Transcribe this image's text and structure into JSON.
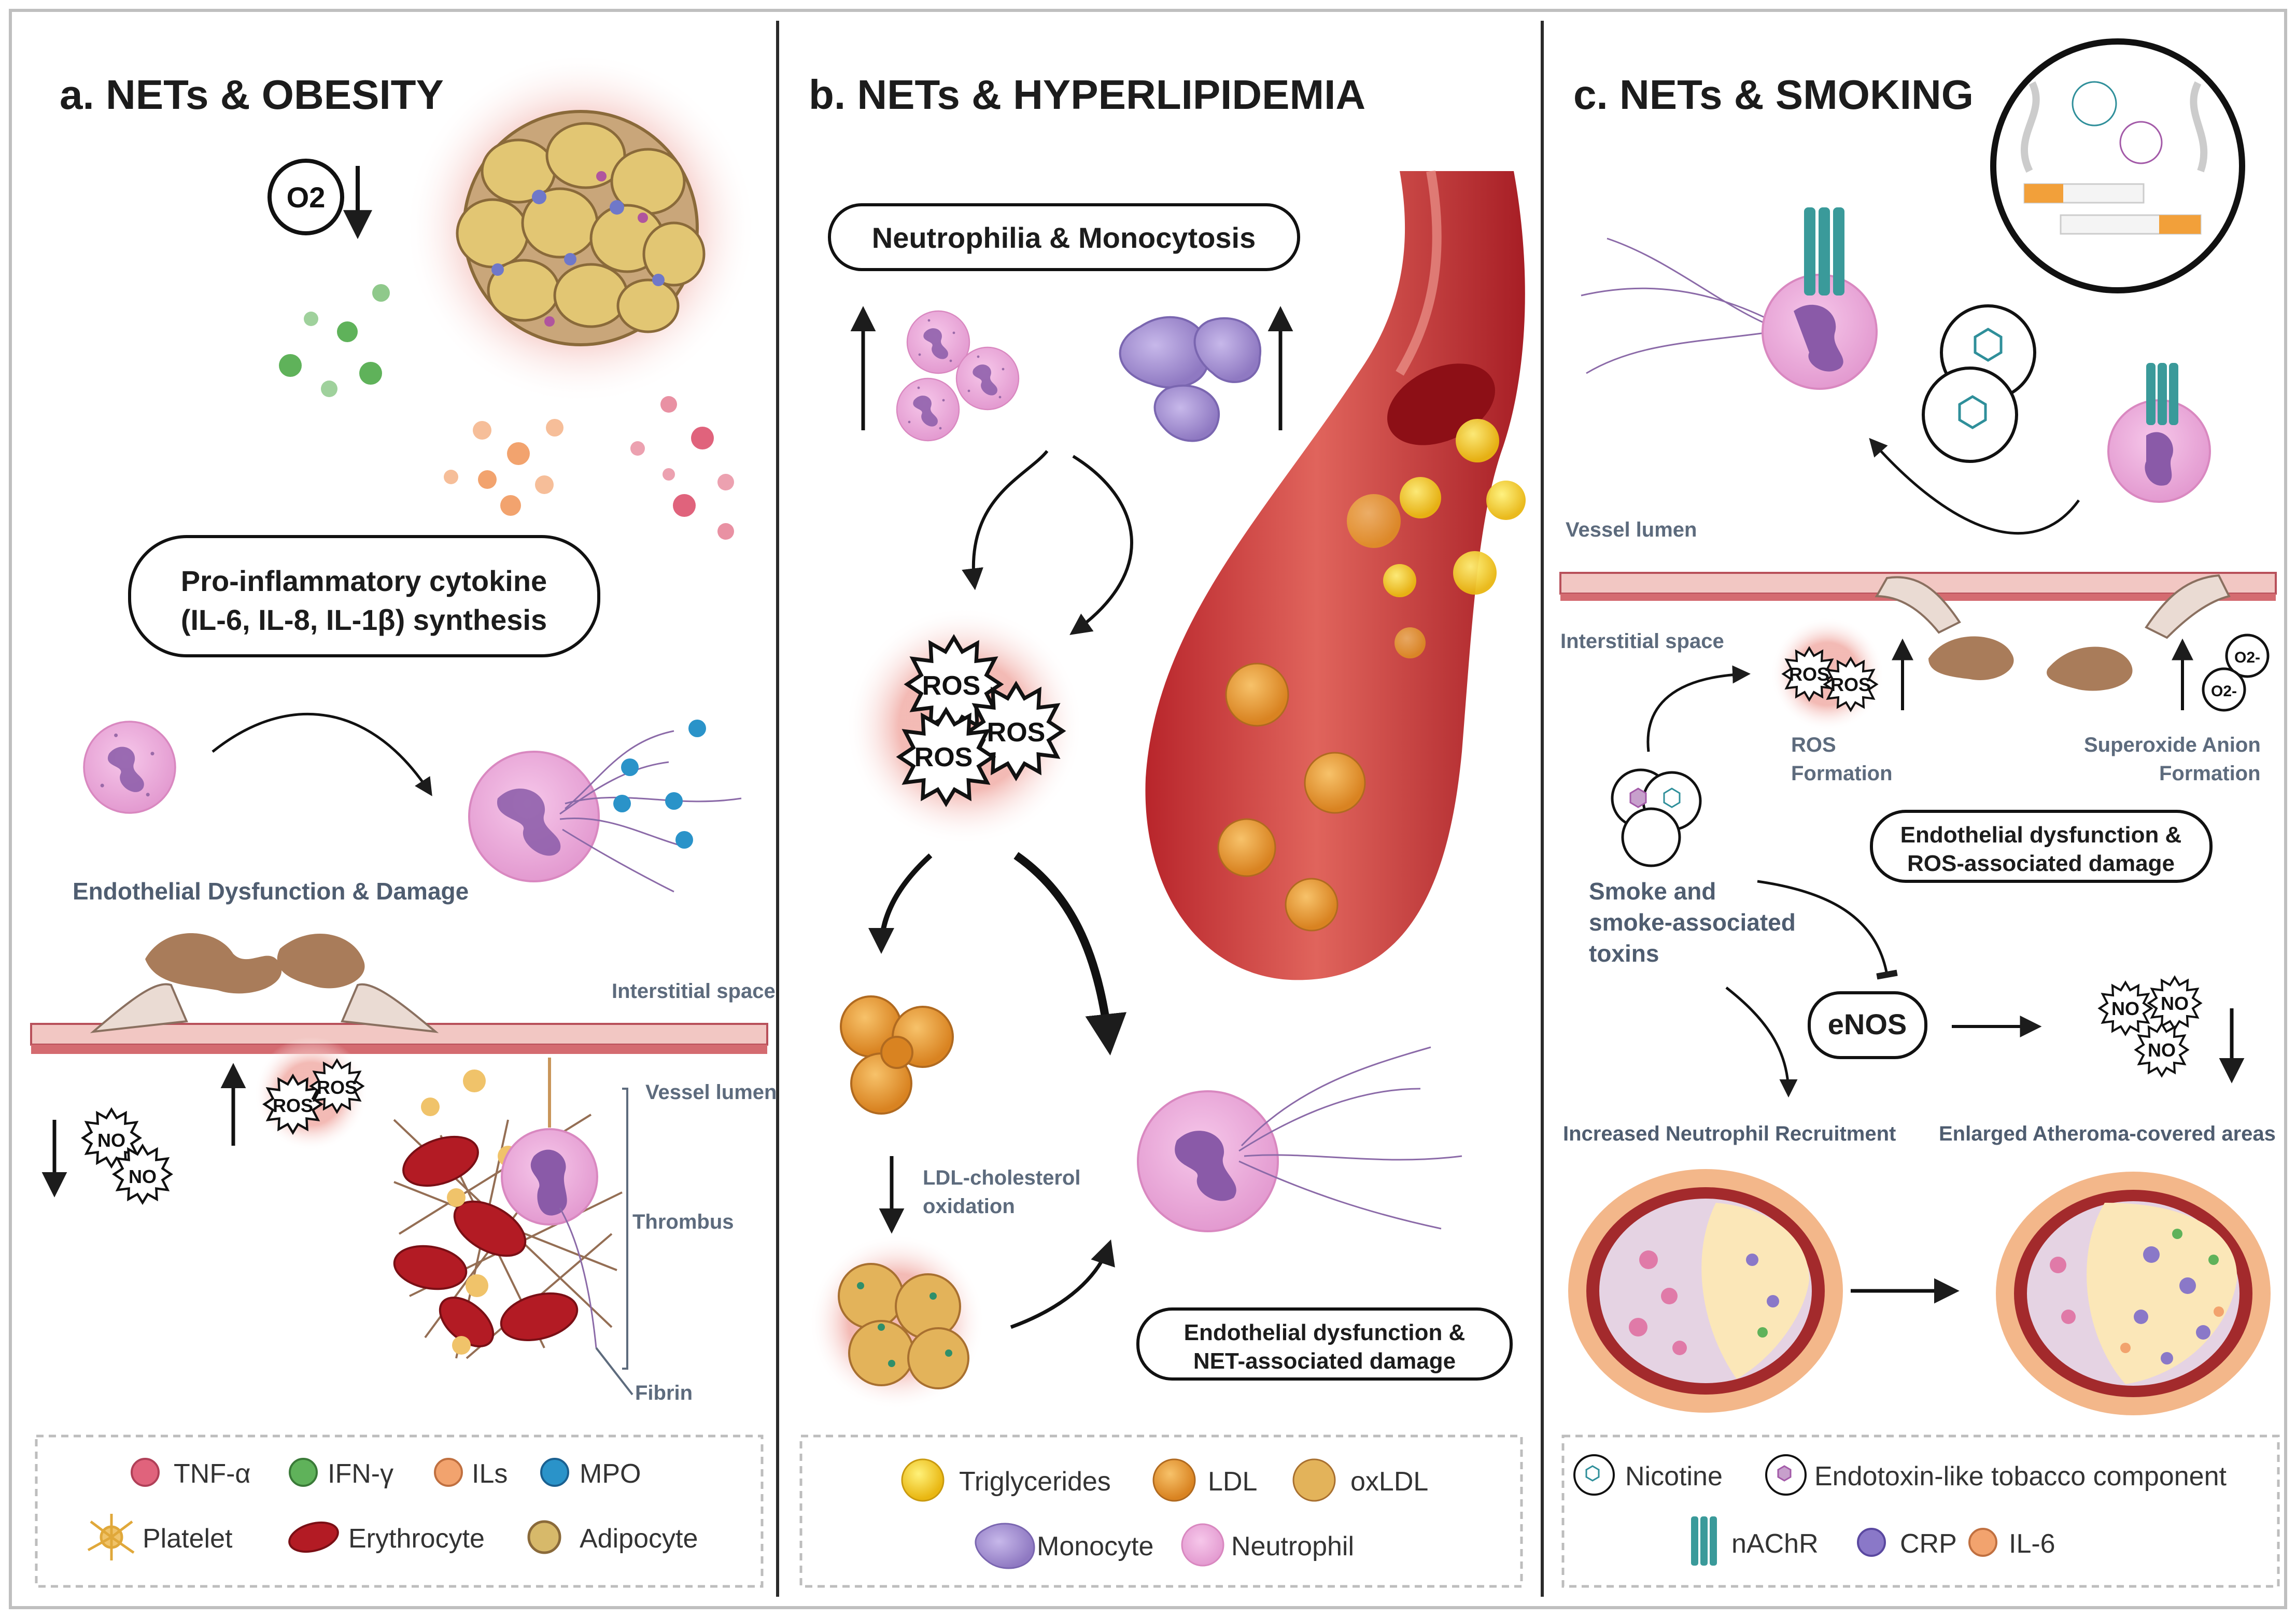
{
  "panels": {
    "a": {
      "title": "a. NETs & OBESITY",
      "o2": "O2",
      "cytokine_line1": "Pro-inflammatory cytokine",
      "cytokine_line2": "(IL-6, IL-8, IL-1β)  synthesis",
      "endothelial": "Endothelial Dysfunction & Damage",
      "interstitial": "Interstitial space",
      "vessel_lumen": "Vessel lumen",
      "thrombus": "Thrombus",
      "fibrin": "Fibrin",
      "ros": "ROS",
      "no": "NO",
      "legend": [
        {
          "label": "TNF-α",
          "icon": "tnf-alpha-dot",
          "color": "#e0637c"
        },
        {
          "label": "IFN-γ",
          "icon": "ifn-gamma-dot",
          "color": "#5fb25a"
        },
        {
          "label": "ILs",
          "icon": "ils-dot",
          "color": "#f2a36e"
        },
        {
          "label": "MPO",
          "icon": "mpo-dot",
          "color": "#2a93c9"
        },
        {
          "label": "Platelet",
          "icon": "platelet-icon",
          "color": "#f0c36a"
        },
        {
          "label": "Erythrocyte",
          "icon": "erythrocyte-icon",
          "color": "#b31b24"
        },
        {
          "label": "Adipocyte",
          "icon": "adipocyte-icon",
          "color": "#d7b96a"
        }
      ]
    },
    "b": {
      "title": "b. NETs & HYPERLIPIDEMIA",
      "neutrophilia": "Neutrophilia & Monocytosis",
      "ldl_ox_line1": "LDL-cholesterol",
      "ldl_ox_line2": "oxidation",
      "damage_line1": "Endothelial dysfunction &",
      "damage_line2": "NET-associated damage",
      "ros": "ROS",
      "legend": [
        {
          "label": "Triglycerides",
          "icon": "triglyceride-icon",
          "color": "#f5cd2a"
        },
        {
          "label": "LDL",
          "icon": "ldl-icon",
          "color": "#e79a3a"
        },
        {
          "label": "oxLDL",
          "icon": "oxldl-icon",
          "color": "#e0a84a"
        },
        {
          "label": "Monocyte",
          "icon": "monocyte-icon",
          "color": "#9b86c8"
        },
        {
          "label": "Neutrophil",
          "icon": "neutrophil-icon",
          "color": "#e9a5d6"
        }
      ]
    },
    "c": {
      "title": "c. NETs & SMOKING",
      "vessel_lumen": "Vessel lumen",
      "interstitial": "Interstitial space",
      "ros_formation_line1": "ROS",
      "ros_formation_line2": "Formation",
      "superoxide_line1": "Superoxide Anion",
      "superoxide_line2": "Formation",
      "damage_line1": "Endothelial dysfunction &",
      "damage_line2": "ROS-associated damage",
      "smoke_line1": "Smoke and",
      "smoke_line2": "smoke-associated",
      "smoke_line3": "toxins",
      "enos": "eNOS",
      "increased": "Increased Neutrophil Recruitment",
      "enlarged": "Enlarged Atheroma-covered areas",
      "ros": "ROS",
      "no": "NO",
      "o2_minus": "O2-",
      "legend": [
        {
          "label": "Nicotine",
          "icon": "nicotine-icon",
          "color": "#2f8f9a"
        },
        {
          "label": "Endotoxin-like tobacco component",
          "icon": "endotoxin-icon",
          "color": "#a35aa8"
        },
        {
          "label": "nAChR",
          "icon": "nachr-icon",
          "color": "#3a9a9a"
        },
        {
          "label": "CRP",
          "icon": "crp-dot",
          "color": "#8a78c8"
        },
        {
          "label": "IL-6",
          "icon": "il6-dot",
          "color": "#f2a36e"
        }
      ]
    }
  }
}
